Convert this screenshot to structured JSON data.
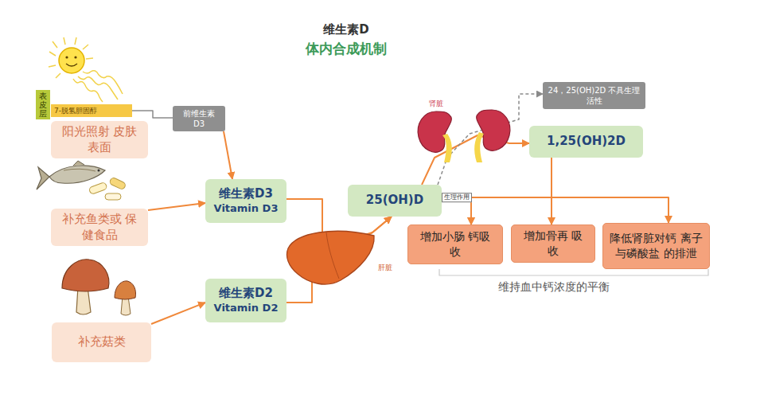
{
  "diagram": {
    "title": "维生素D",
    "nodes": [
      {
        "text": [
          "表皮层"
        ]
      },
      {
        "text": [
          "7-脱氢胆固醇"
        ]
      },
      {
        "text": [
          "阳光照射 皮肤表面"
        ]
      },
      {
        "text": [
          "前维生素 D3"
        ]
      },
      {
        "text": [
          "补充鱼类或 保健食品"
        ]
      },
      {
        "text": [
          "补充菇类"
        ]
      },
      {
        "text": [
          "维生素D3",
          "Vitamin D3"
        ]
      },
      {
        "text": [
          "维生素D2",
          "Vitamin D2"
        ]
      },
      {
        "text": [
          "25(OH)D"
        ]
      },
      {
        "text": [
          "24，25(OH)2D 不具生理活性"
        ]
      },
      {
        "text": [
          "1,25(OH)2D"
        ]
      },
      {
        "text": [
          "增加小肠 钙吸收"
        ]
      },
      {
        "text": [
          "增加骨再 吸收"
        ]
      },
      {
        "text": [
          "降低肾脏对钙 离子与磷酸盐 的排泄"
        ]
      }
    ],
    "edges": [
      {
        "from": 1,
        "to": 3,
        "arrow": "none"
      },
      {
        "from": 3,
        "to": 6,
        "arrow": "to"
      },
      {
        "from": 4,
        "to": 6,
        "arrow": "to"
      },
      {
        "from": 5,
        "to": 7,
        "arrow": "to"
      },
      {
        "from": 6,
        "to": 8,
        "arrow": "to"
      },
      {
        "from": 7,
        "to": 8,
        "arrow": "to"
      },
      {
        "from": 8,
        "to": 10,
        "arrow": "to"
      },
      {
        "from": 8,
        "to": 9,
        "arrow": "to"
      },
      {
        "from": 10,
        "to": 11,
        "arrow": "to"
      },
      {
        "from": 10,
        "to": 12,
        "arrow": "to"
      },
      {
        "from": 10,
        "to": 13,
        "arrow": "to"
      },
      {
        "from": 8,
        "to": 11,
        "label": "生理作用",
        "arrow": "to"
      }
    ],
    "labels": [
      "体内合成机制",
      "肾脏",
      "肝脏",
      "维持血中钙浓度的平衡"
    ]
  }
}
